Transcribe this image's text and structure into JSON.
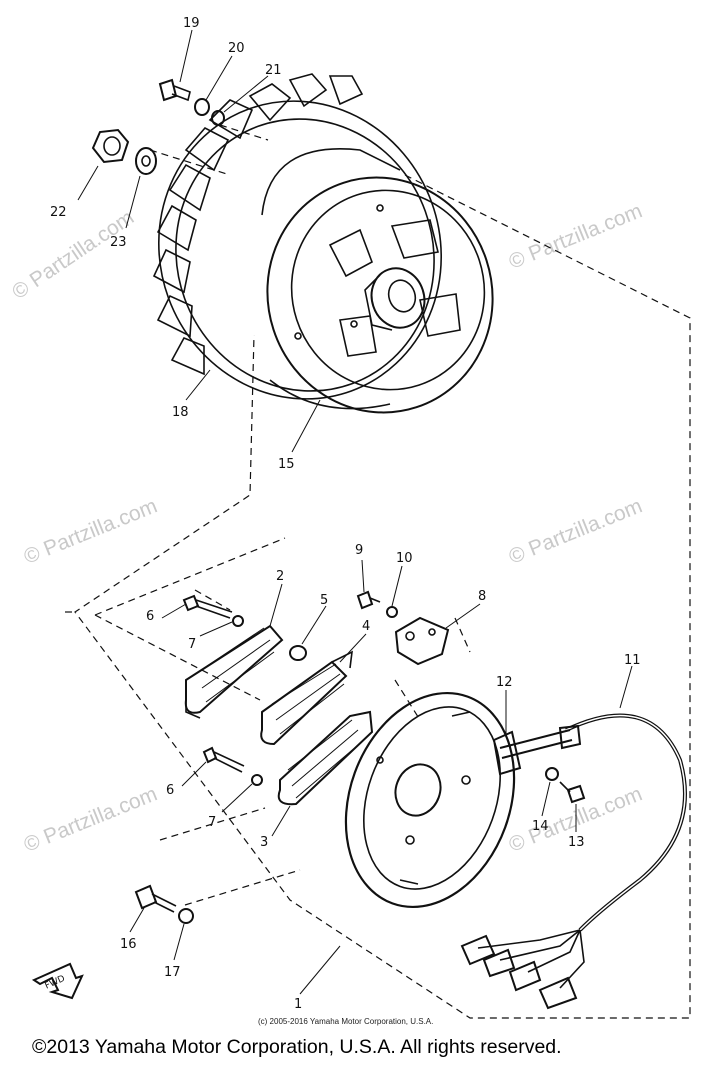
{
  "watermark": "© Partzilla.com",
  "small_copyright": "(c) 2005-2016 Yamaha Motor Corporation, U.S.A.",
  "copyright": "©2013 Yamaha Motor Corporation, U.S.A. All rights reserved.",
  "fwd_label": "FWD",
  "callouts": {
    "c1": "1",
    "c2": "2",
    "c3": "3",
    "c4": "4",
    "c5": "5",
    "c6a": "6",
    "c6b": "6",
    "c7a": "7",
    "c7b": "7",
    "c8": "8",
    "c9": "9",
    "c10": "10",
    "c11": "11",
    "c12": "12",
    "c13": "13",
    "c14": "14",
    "c15": "15",
    "c16": "16",
    "c17": "17",
    "c18": "18",
    "c19": "19",
    "c20": "20",
    "c21": "21",
    "c22": "22",
    "c23": "23"
  }
}
